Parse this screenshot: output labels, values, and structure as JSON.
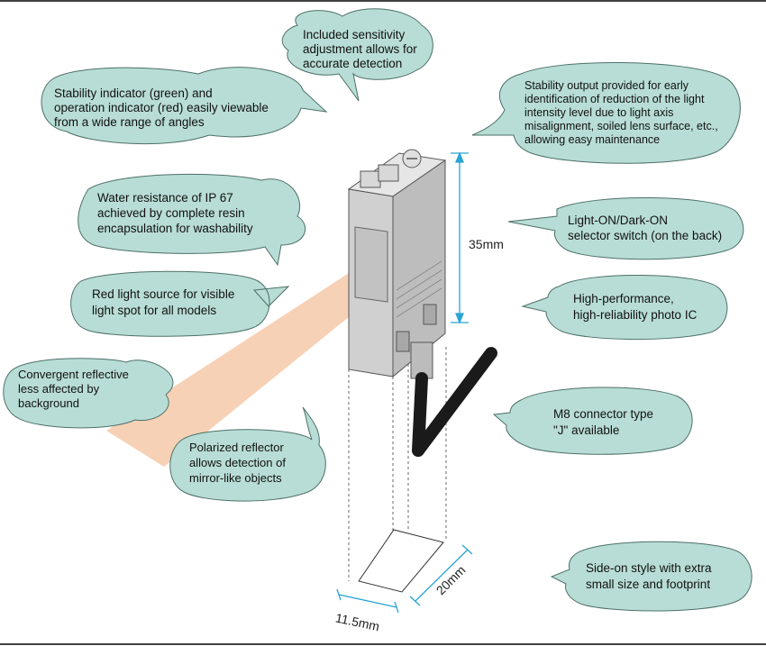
{
  "colors": {
    "bubble_fill": "#b8ddd6",
    "bubble_stroke": "#4d7068",
    "dimension_line": "#2aa3d6",
    "body_main": "#d2d2d2",
    "body_top": "#e4e4e4",
    "cable": "#1a1a1a",
    "beam": "#f6c9a8"
  },
  "callouts": {
    "sensitivity": [
      "Included sensitivity",
      "adjustment allows for",
      "accurate detection"
    ],
    "stability_indicator": [
      "Stability indicator (green) and",
      "operation indicator (red) easily viewable",
      "from a wide range of angles"
    ],
    "stability_output": [
      "Stability output provided for early",
      "identification of reduction of the light",
      "intensity level due to light axis",
      "misalignment, soiled lens surface, etc.,",
      "allowing easy maintenance"
    ],
    "water_resistance": [
      "Water resistance of IP 67",
      "achieved by complete resin",
      "encapsulation for washability"
    ],
    "selector": [
      "Light-ON/Dark-ON",
      "selector switch (on the back)"
    ],
    "red_light": [
      "Red light source for visible",
      "light spot for all models"
    ],
    "photo_ic": [
      "High-performance,",
      "high-reliability photo IC"
    ],
    "convergent": [
      "Convergent reflective",
      "less affected by",
      "background"
    ],
    "m8_connector": [
      "M8 connector type",
      "\"J\" available"
    ],
    "polarized": [
      "Polarized reflector",
      "allows detection of",
      "mirror-like objects"
    ],
    "side_on": [
      "Side-on style with extra",
      "small size and footprint"
    ]
  },
  "dimensions": {
    "height": "35mm",
    "depth": "20mm",
    "width": "11.5mm"
  }
}
